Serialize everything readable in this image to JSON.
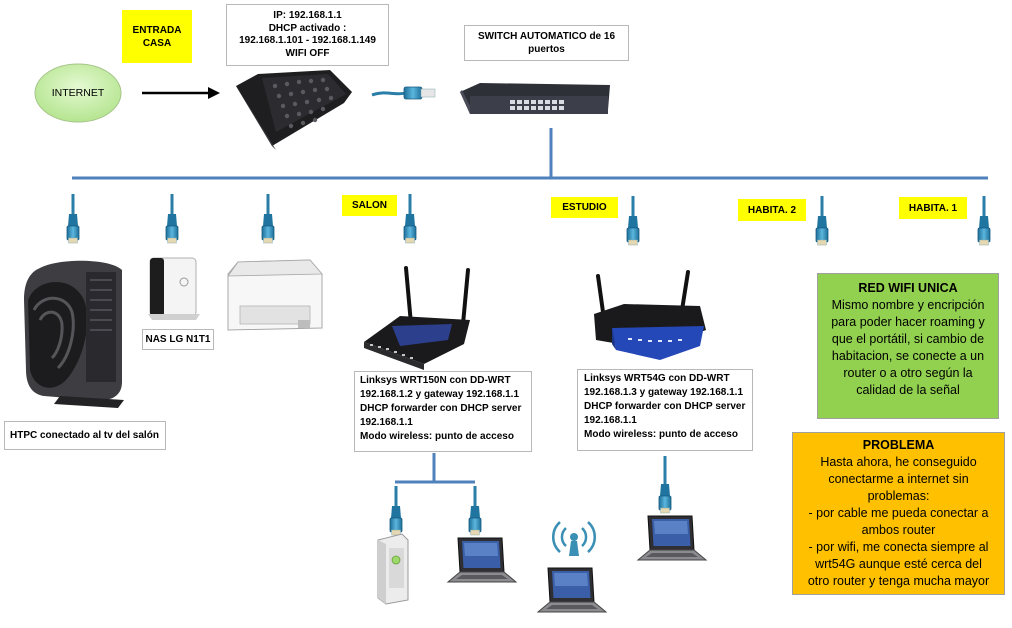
{
  "labels": {
    "internet": "INTERNET",
    "entrada": [
      "ENTRADA",
      "CASA"
    ],
    "router_info": [
      "IP: 192.168.1.1",
      "DHCP activado :",
      "192.168.1.101 - 192.168.1.149",
      "WIFI OFF"
    ],
    "switch": [
      "SWITCH AUTOMATICO de 16",
      "puertos"
    ],
    "salon": "SALON",
    "estudio": "ESTUDIO",
    "habita2": "HABITA. 2",
    "habita1": "HABITA. 1",
    "nas": "NAS LG N1T1",
    "htpc": "HTPC conectado al tv del salón"
  },
  "ap1": {
    "lines": [
      "Linksys WRT150N con DD-WRT",
      "192.168.1.2 y gateway 192.168.1.1",
      "DHCP forwarder con DHCP server",
      "192.168.1.1",
      "Modo wireless: punto de acceso"
    ]
  },
  "ap2": {
    "lines": [
      "Linksys WRT54G con DD-WRT",
      "192.168.1.3 y gateway 192.168.1.1",
      "DHCP forwarder con DHCP server",
      "192.168.1.1",
      "Modo wireless: punto de acceso"
    ]
  },
  "wifi_note": {
    "title": "RED WIFI UNICA",
    "lines": [
      "Mismo nombre  y encripción",
      "para poder hacer roaming y",
      "que el portátil, si cambio de",
      "habitacion, se conecte a un",
      "router o a otro  según  la",
      "calidad de la señal"
    ]
  },
  "problem": {
    "title": "PROBLEMA",
    "lines": [
      "Hasta ahora, he conseguido",
      "conectarme a internet sin",
      "problemas:",
      "- por cable me pueda conectar a",
      "ambos router",
      "- por wifi, me conecta siempre al",
      "wrt54G aunque esté cerca del",
      "otro router y tenga mucha mayor"
    ]
  },
  "colors": {
    "network_line": "#4f81bd",
    "label_yellow": "#ffff00",
    "wifi_green": "#92d050",
    "problem_orange": "#ffc000",
    "internet_green": "#c8f0a8",
    "connector_blue": "#3a8fb5"
  }
}
